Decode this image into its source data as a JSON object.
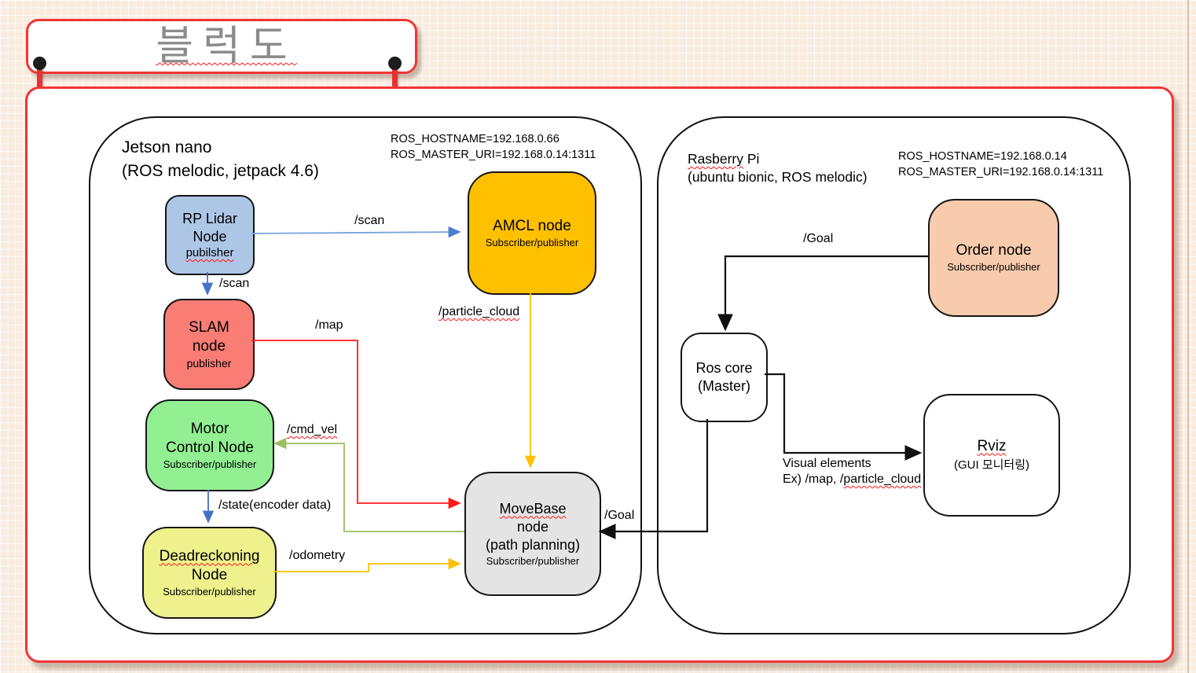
{
  "title": "블럭도",
  "panels": {
    "jetson": {
      "name": "Jetson nano",
      "detail": "(ROS melodic, jetpack 4.6)",
      "env1": "ROS_HOSTNAME=192.168.0.66",
      "env2": "ROS_MASTER_URI=192.168.0.14:1311"
    },
    "raspi": {
      "name": "Rasberry",
      "name_rest": " Pi",
      "detail": "(ubuntu bionic, ROS melodic)",
      "env1": "ROS_HOSTNAME=192.168.0.14",
      "env2": "ROS_MASTER_URI=192.168.0.14:1311"
    }
  },
  "nodes": {
    "rp_lidar": {
      "l1": "RP Lidar",
      "l2": "Node",
      "sub": "pubilsher"
    },
    "slam": {
      "l1": "SLAM",
      "l2": "node",
      "sub": "publisher"
    },
    "motor": {
      "l1": "Motor",
      "l2": "Control Node",
      "sub": "Subscriber/publisher"
    },
    "dead": {
      "l1": "Deadreckoning",
      "l2": "Node",
      "sub": "Subscriber/publisher"
    },
    "amcl": {
      "l1": "AMCL node",
      "sub": "Subscriber/publisher"
    },
    "movebase": {
      "l1": "MoveBase",
      "l2": "node",
      "l3": "(path planning)",
      "sub": "Subscriber/publisher"
    },
    "order": {
      "l1": "Order node",
      "sub": "Subscriber/publisher"
    },
    "roscore": {
      "l1": "Ros core",
      "l2": "(Master)"
    },
    "rviz": {
      "l1": "Rviz",
      "l2": "(GUI 모니터링)"
    }
  },
  "edges": {
    "scan_h": "/scan",
    "scan_v": "/scan",
    "map": "/map",
    "particle_cloud": "/particle_cloud",
    "cmd_vel": "/cmd_vel",
    "state": "/state(encoder data)",
    "odometry": "/odometry",
    "goal_top": "/Goal",
    "goal_bottom": "/Goal",
    "visual1": "Visual elements",
    "visual2a": "Ex) /map, /",
    "visual2b": "particle_cloud"
  },
  "colors": {
    "node_rp_lidar": "#aec6e6",
    "node_slam": "#f97d75",
    "node_motor": "#92f092",
    "node_deadreckoning": "#eef18c",
    "node_amcl": "#ffc000",
    "node_movebase": "#e4e4e4",
    "node_order": "#f8cbad",
    "node_white": "#ffffff",
    "arrow_blue": "#4472c4",
    "arrow_lightblue": "#7aa3dc",
    "arrow_red": "#ff1a1a",
    "arrow_yellow": "#ffc000",
    "arrow_green": "#9cbf61",
    "arrow_black": "#111111",
    "frame_red": "#f23535",
    "title_gray": "#8b8b8b",
    "background": "#f9ecdf"
  }
}
